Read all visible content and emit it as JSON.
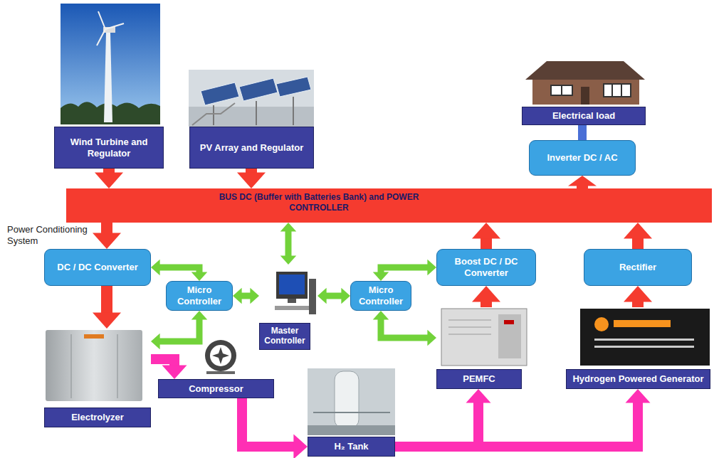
{
  "diagram": {
    "nodes": [
      {
        "text": [
          "Wind Turbine and Regulator"
        ]
      },
      {
        "text": [
          "PV Array and Regulator"
        ]
      },
      {
        "text": [
          "Electrical load"
        ]
      },
      {
        "text": [
          "Inverter DC / AC"
        ]
      },
      {
        "text": [
          "BUS DC (Buffer with Batteries Bank) and POWER CONTROLLER"
        ]
      },
      {
        "text": [
          "DC / DC Converter"
        ]
      },
      {
        "text": [
          "Micro Controller"
        ]
      },
      {
        "text": [
          "Master Controller"
        ]
      },
      {
        "text": [
          "Micro Controller"
        ]
      },
      {
        "text": [
          "Boost DC / DC Converter"
        ]
      },
      {
        "text": [
          "Rectifier"
        ]
      },
      {
        "text": [
          "PEMFC"
        ]
      },
      {
        "text": [
          "Hydrogen Powered Generator"
        ]
      },
      {
        "text": [
          "Compressor"
        ]
      },
      {
        "text": [
          "Electrolyzer"
        ]
      },
      {
        "text": [
          "H₂ Tank"
        ]
      }
    ],
    "edges": [
      {
        "from": 0,
        "to": 4,
        "arrow": "to"
      },
      {
        "from": 1,
        "to": 4,
        "arrow": "to"
      },
      {
        "from": 4,
        "to": 3,
        "arrow": "to"
      },
      {
        "from": 3,
        "to": 2,
        "arrow": "none"
      },
      {
        "from": 4,
        "to": 5,
        "arrow": "to"
      },
      {
        "from": 5,
        "to": 14,
        "arrow": "to"
      },
      {
        "from": 5,
        "to": 6,
        "arrow": "both"
      },
      {
        "from": 14,
        "to": 6,
        "arrow": "both"
      },
      {
        "from": 6,
        "to": 7,
        "arrow": "both"
      },
      {
        "from": 7,
        "to": 4,
        "arrow": "both"
      },
      {
        "from": 7,
        "to": 8,
        "arrow": "both"
      },
      {
        "from": 8,
        "to": 9,
        "arrow": "both"
      },
      {
        "from": 8,
        "to": 11,
        "arrow": "both"
      },
      {
        "from": 9,
        "to": 4,
        "arrow": "to"
      },
      {
        "from": 10,
        "to": 4,
        "arrow": "to"
      },
      {
        "from": 11,
        "to": 9,
        "arrow": "to"
      },
      {
        "from": 12,
        "to": 10,
        "arrow": "to"
      },
      {
        "from": 14,
        "to": 13,
        "arrow": "to"
      },
      {
        "from": 13,
        "to": 15,
        "arrow": "to"
      },
      {
        "from": 15,
        "to": 11,
        "arrow": "to"
      },
      {
        "from": 15,
        "to": 12,
        "arrow": "to"
      }
    ],
    "labels": [
      "Power Conditioning System"
    ]
  }
}
